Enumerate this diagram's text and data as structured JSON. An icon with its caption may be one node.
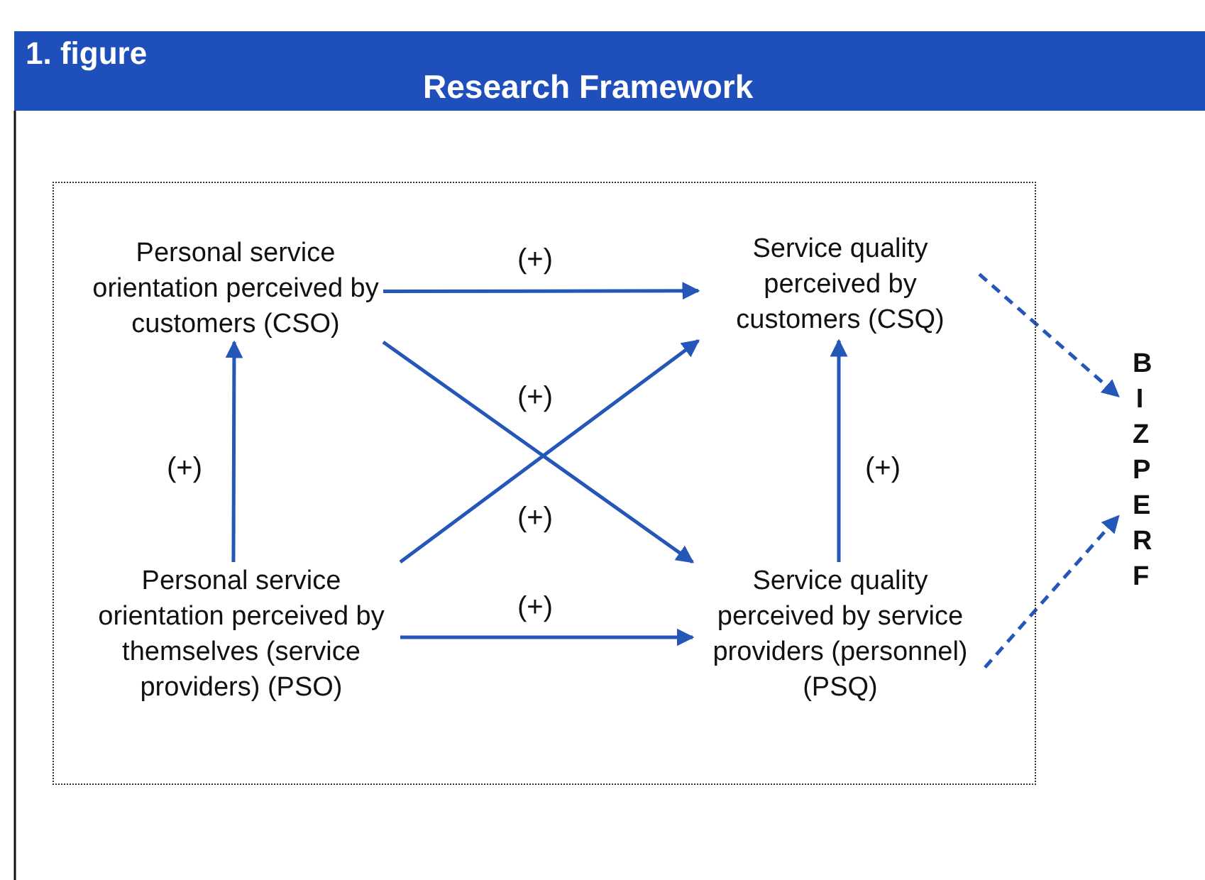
{
  "diagram": {
    "title": "Research Framework",
    "nodes": [
      {
        "text": [],
        "shape": "box"
      },
      {
        "text": [
          "Personal service orientation perceived by customers (CSO)"
        ],
        "in": 0
      },
      {
        "text": [
          "Service quality perceived by customers (CSQ)"
        ],
        "in": 0
      },
      {
        "text": [
          "Personal service orientation perceived by themselves (service providers) (PSO)"
        ],
        "in": 0
      },
      {
        "text": [
          "Service quality perceived by service providers (personnel) (PSQ)"
        ],
        "in": 0
      },
      {
        "text": [
          "BIZPERF"
        ]
      }
    ],
    "edges": [
      {
        "from": 1,
        "to": 2,
        "arrow": "to",
        "label": "(+)"
      },
      {
        "from": 3,
        "to": 1,
        "arrow": "to",
        "label": "(+)"
      },
      {
        "from": 1,
        "to": 4,
        "arrow": "to",
        "label": "(+)"
      },
      {
        "from": 3,
        "to": 2,
        "arrow": "to",
        "label": "(+)"
      },
      {
        "from": 4,
        "to": 2,
        "arrow": "to",
        "label": "(+)"
      },
      {
        "from": 3,
        "to": 4,
        "arrow": "to",
        "label": "(+)"
      },
      {
        "from": 2,
        "to": 5,
        "arrow": "to",
        "style": "dashed"
      },
      {
        "from": 4,
        "to": 5,
        "arrow": "to",
        "style": "dashed"
      }
    ],
    "labels": [
      "1. figure"
    ]
  }
}
